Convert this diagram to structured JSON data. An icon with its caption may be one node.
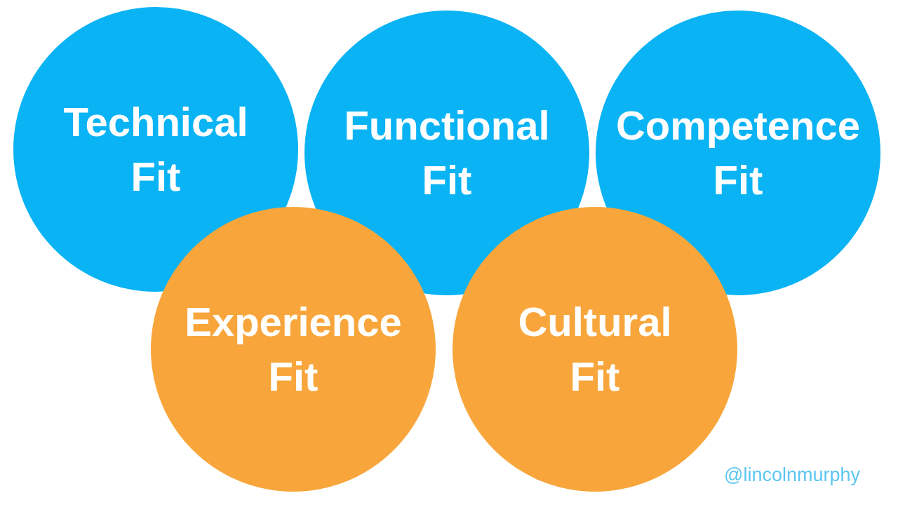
{
  "diagram": {
    "nodes": [
      {
        "text": [
          "Technical Fit"
        ]
      },
      {
        "text": [
          "Functional Fit"
        ]
      },
      {
        "text": [
          "Competence Fit"
        ]
      },
      {
        "text": [
          "Experience Fit"
        ]
      },
      {
        "text": [
          "Cultural Fit"
        ]
      }
    ],
    "labels": [
      "@lincolnmurphy"
    ]
  }
}
